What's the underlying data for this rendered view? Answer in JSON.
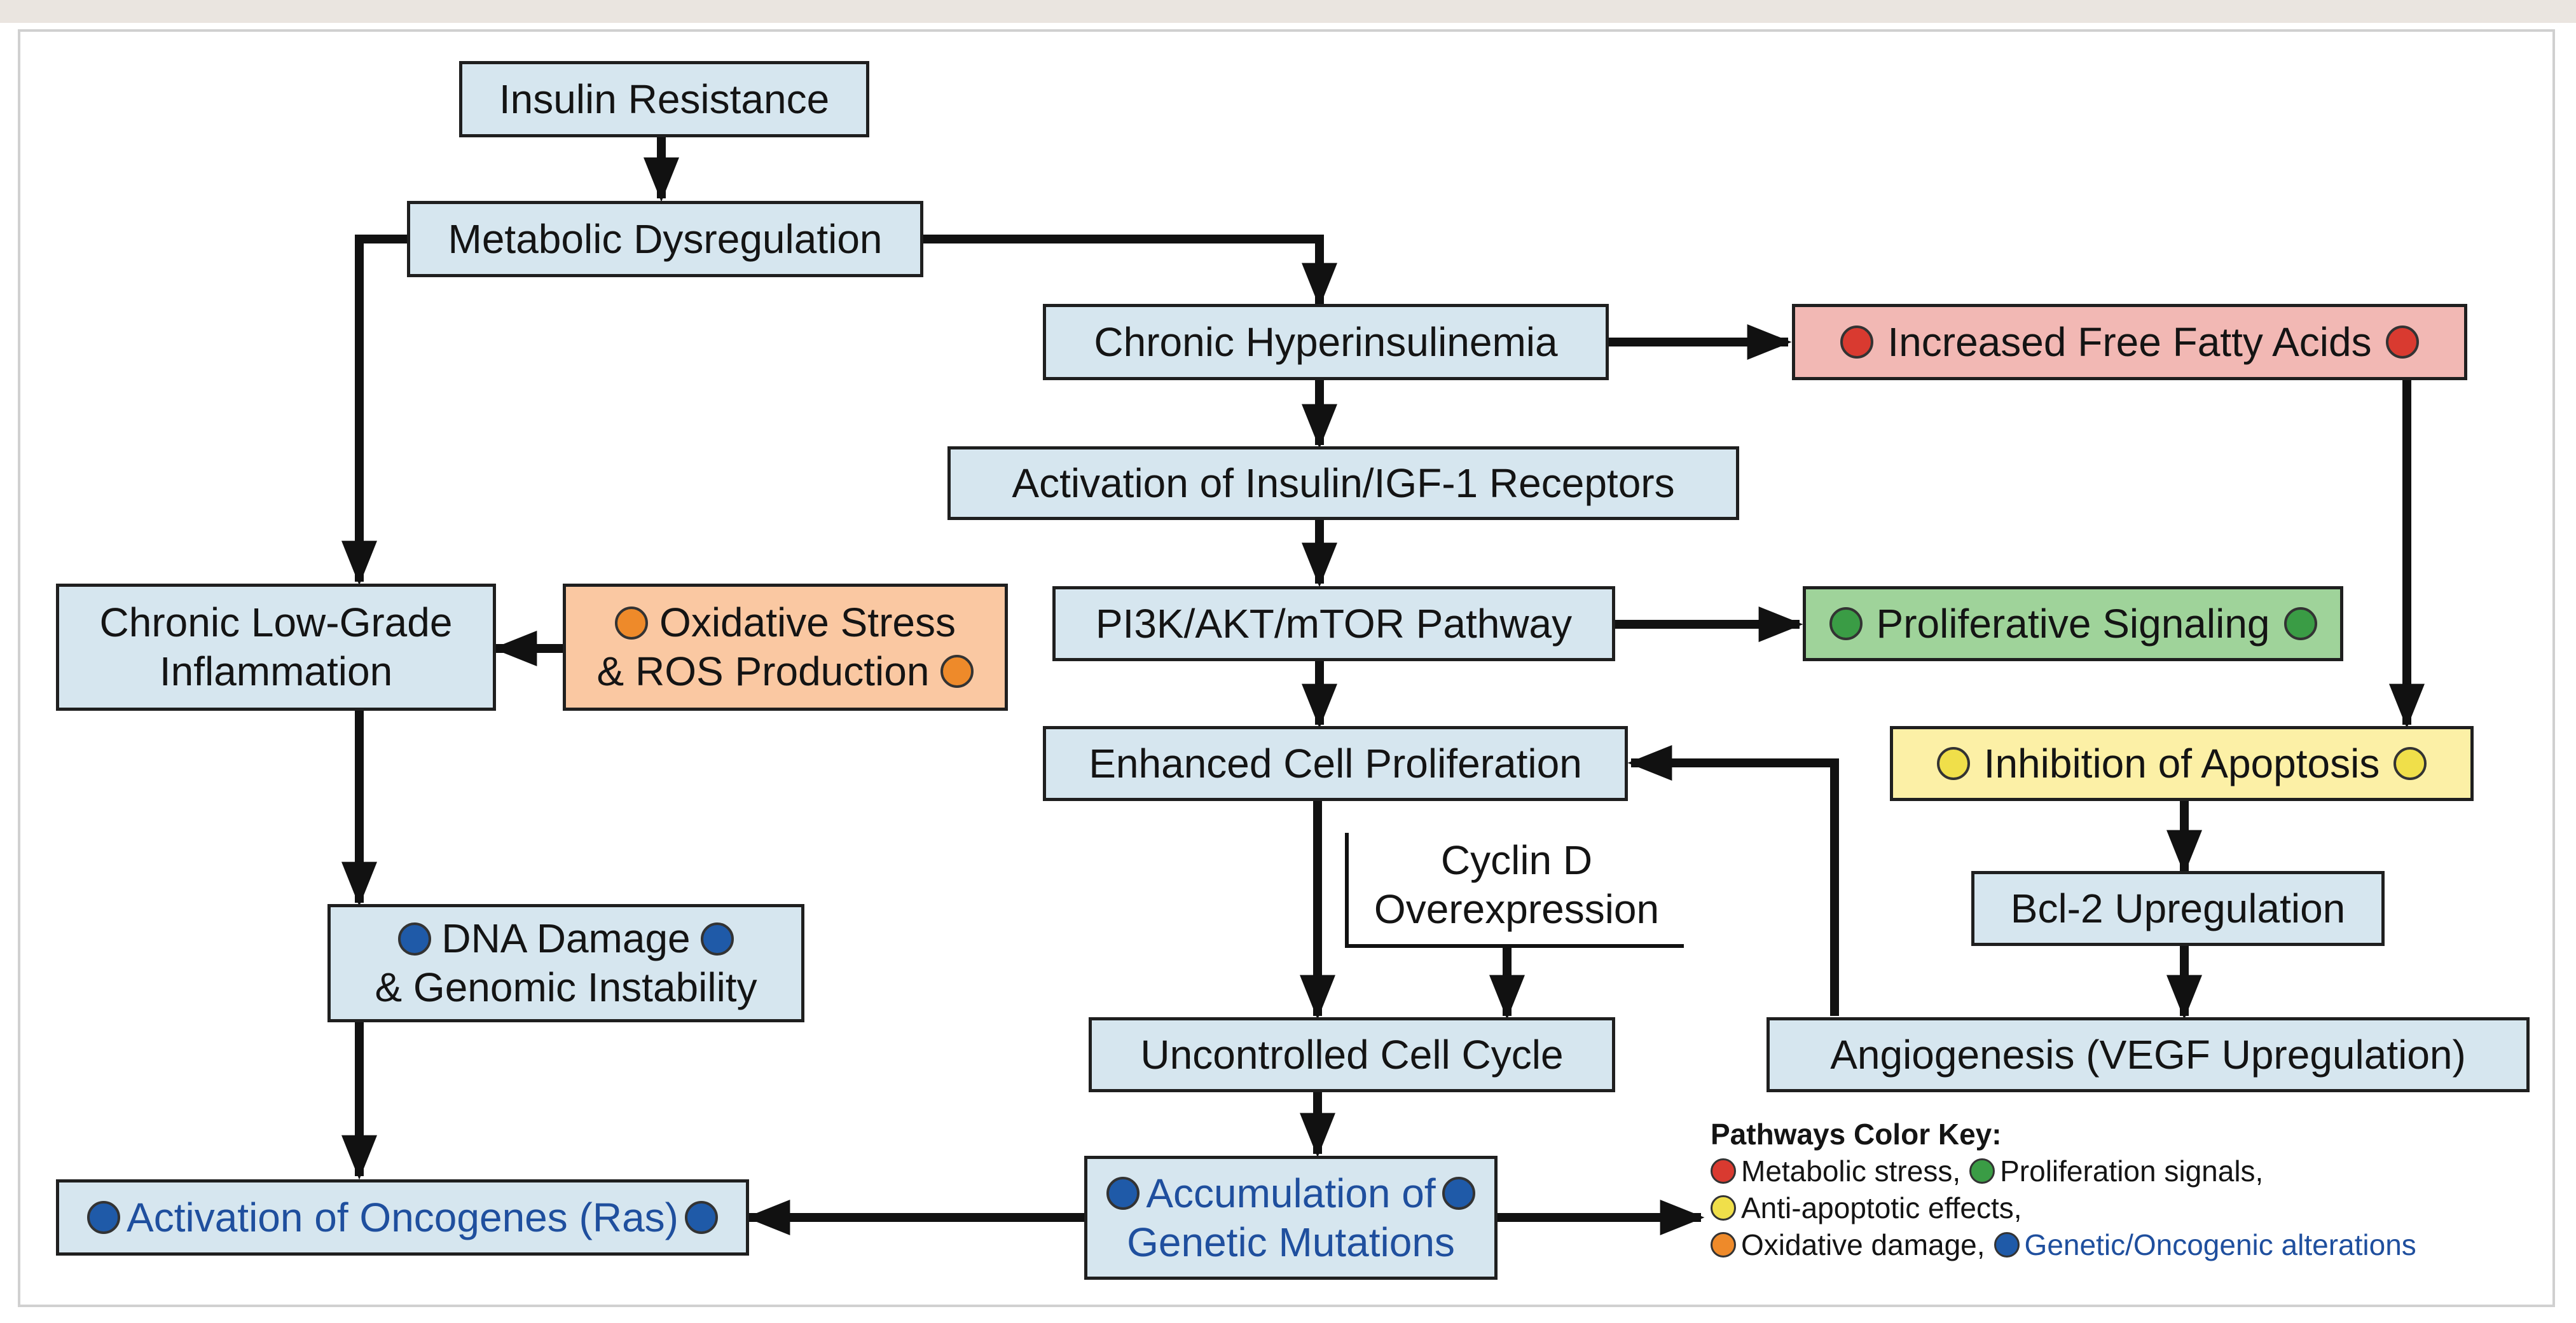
{
  "boxes": {
    "insulin_resistance": "Insulin Resistance",
    "metabolic_dysregulation": "Metabolic Dysregulation",
    "chronic_hyperinsulinemia": "Chronic Hyperinsulinemia",
    "free_fatty_acids": "Increased Free Fatty Acids",
    "receptor_activation": "Activation of Insulin/IGF-1 Receptors",
    "inflammation_line1": "Chronic Low-Grade",
    "inflammation_line2": "Inflammation",
    "oxidative_line1": "Oxidative Stress",
    "oxidative_line2": "& ROS Production",
    "pi3k_pathway": "PI3K/AKT/mTOR Pathway",
    "proliferative_signaling": "Proliferative Signaling",
    "enhanced_proliferation": "Enhanced Cell Proliferation",
    "inhibition_apoptosis": "Inhibition of Apoptosis",
    "bcl2": "Bcl-2 Upregulation",
    "dna_line1": "DNA Damage",
    "dna_line2": "& Genomic Instability",
    "uncontrolled_cycle": "Uncontrolled Cell Cycle",
    "angiogenesis": "Angiogenesis (VEGF Upregulation)",
    "oncogenes": "Activation of Oncogenes (Ras)",
    "mutations_line1": "Accumulation of",
    "mutations_line2": "Genetic Mutations"
  },
  "labels": {
    "cyclin_line1": "Cyclin D",
    "cyclin_line2": "Overexpression"
  },
  "key": {
    "title": "Pathways Color Key:",
    "metabolic": "Metabolic stress,",
    "proliferation": "Proliferation signals,",
    "anti_apoptotic": "Anti-apoptotic effects,",
    "oxidative": "Oxidative damage,",
    "genetic": "Genetic/Oncogenic alterations"
  },
  "colors": {
    "box_default": "#d6e6ef",
    "box_red": "#f2b8b4",
    "box_orange": "#fac8a2",
    "box_green": "#9fd39a",
    "box_yellow": "#fcf0a6",
    "dot_red": "#d93a30",
    "dot_green": "#3a9c45",
    "dot_yellow": "#f0df4a",
    "dot_orange": "#ee8a2a",
    "dot_blue": "#1f5aa8",
    "genetic_text": "#1f4f9e"
  }
}
